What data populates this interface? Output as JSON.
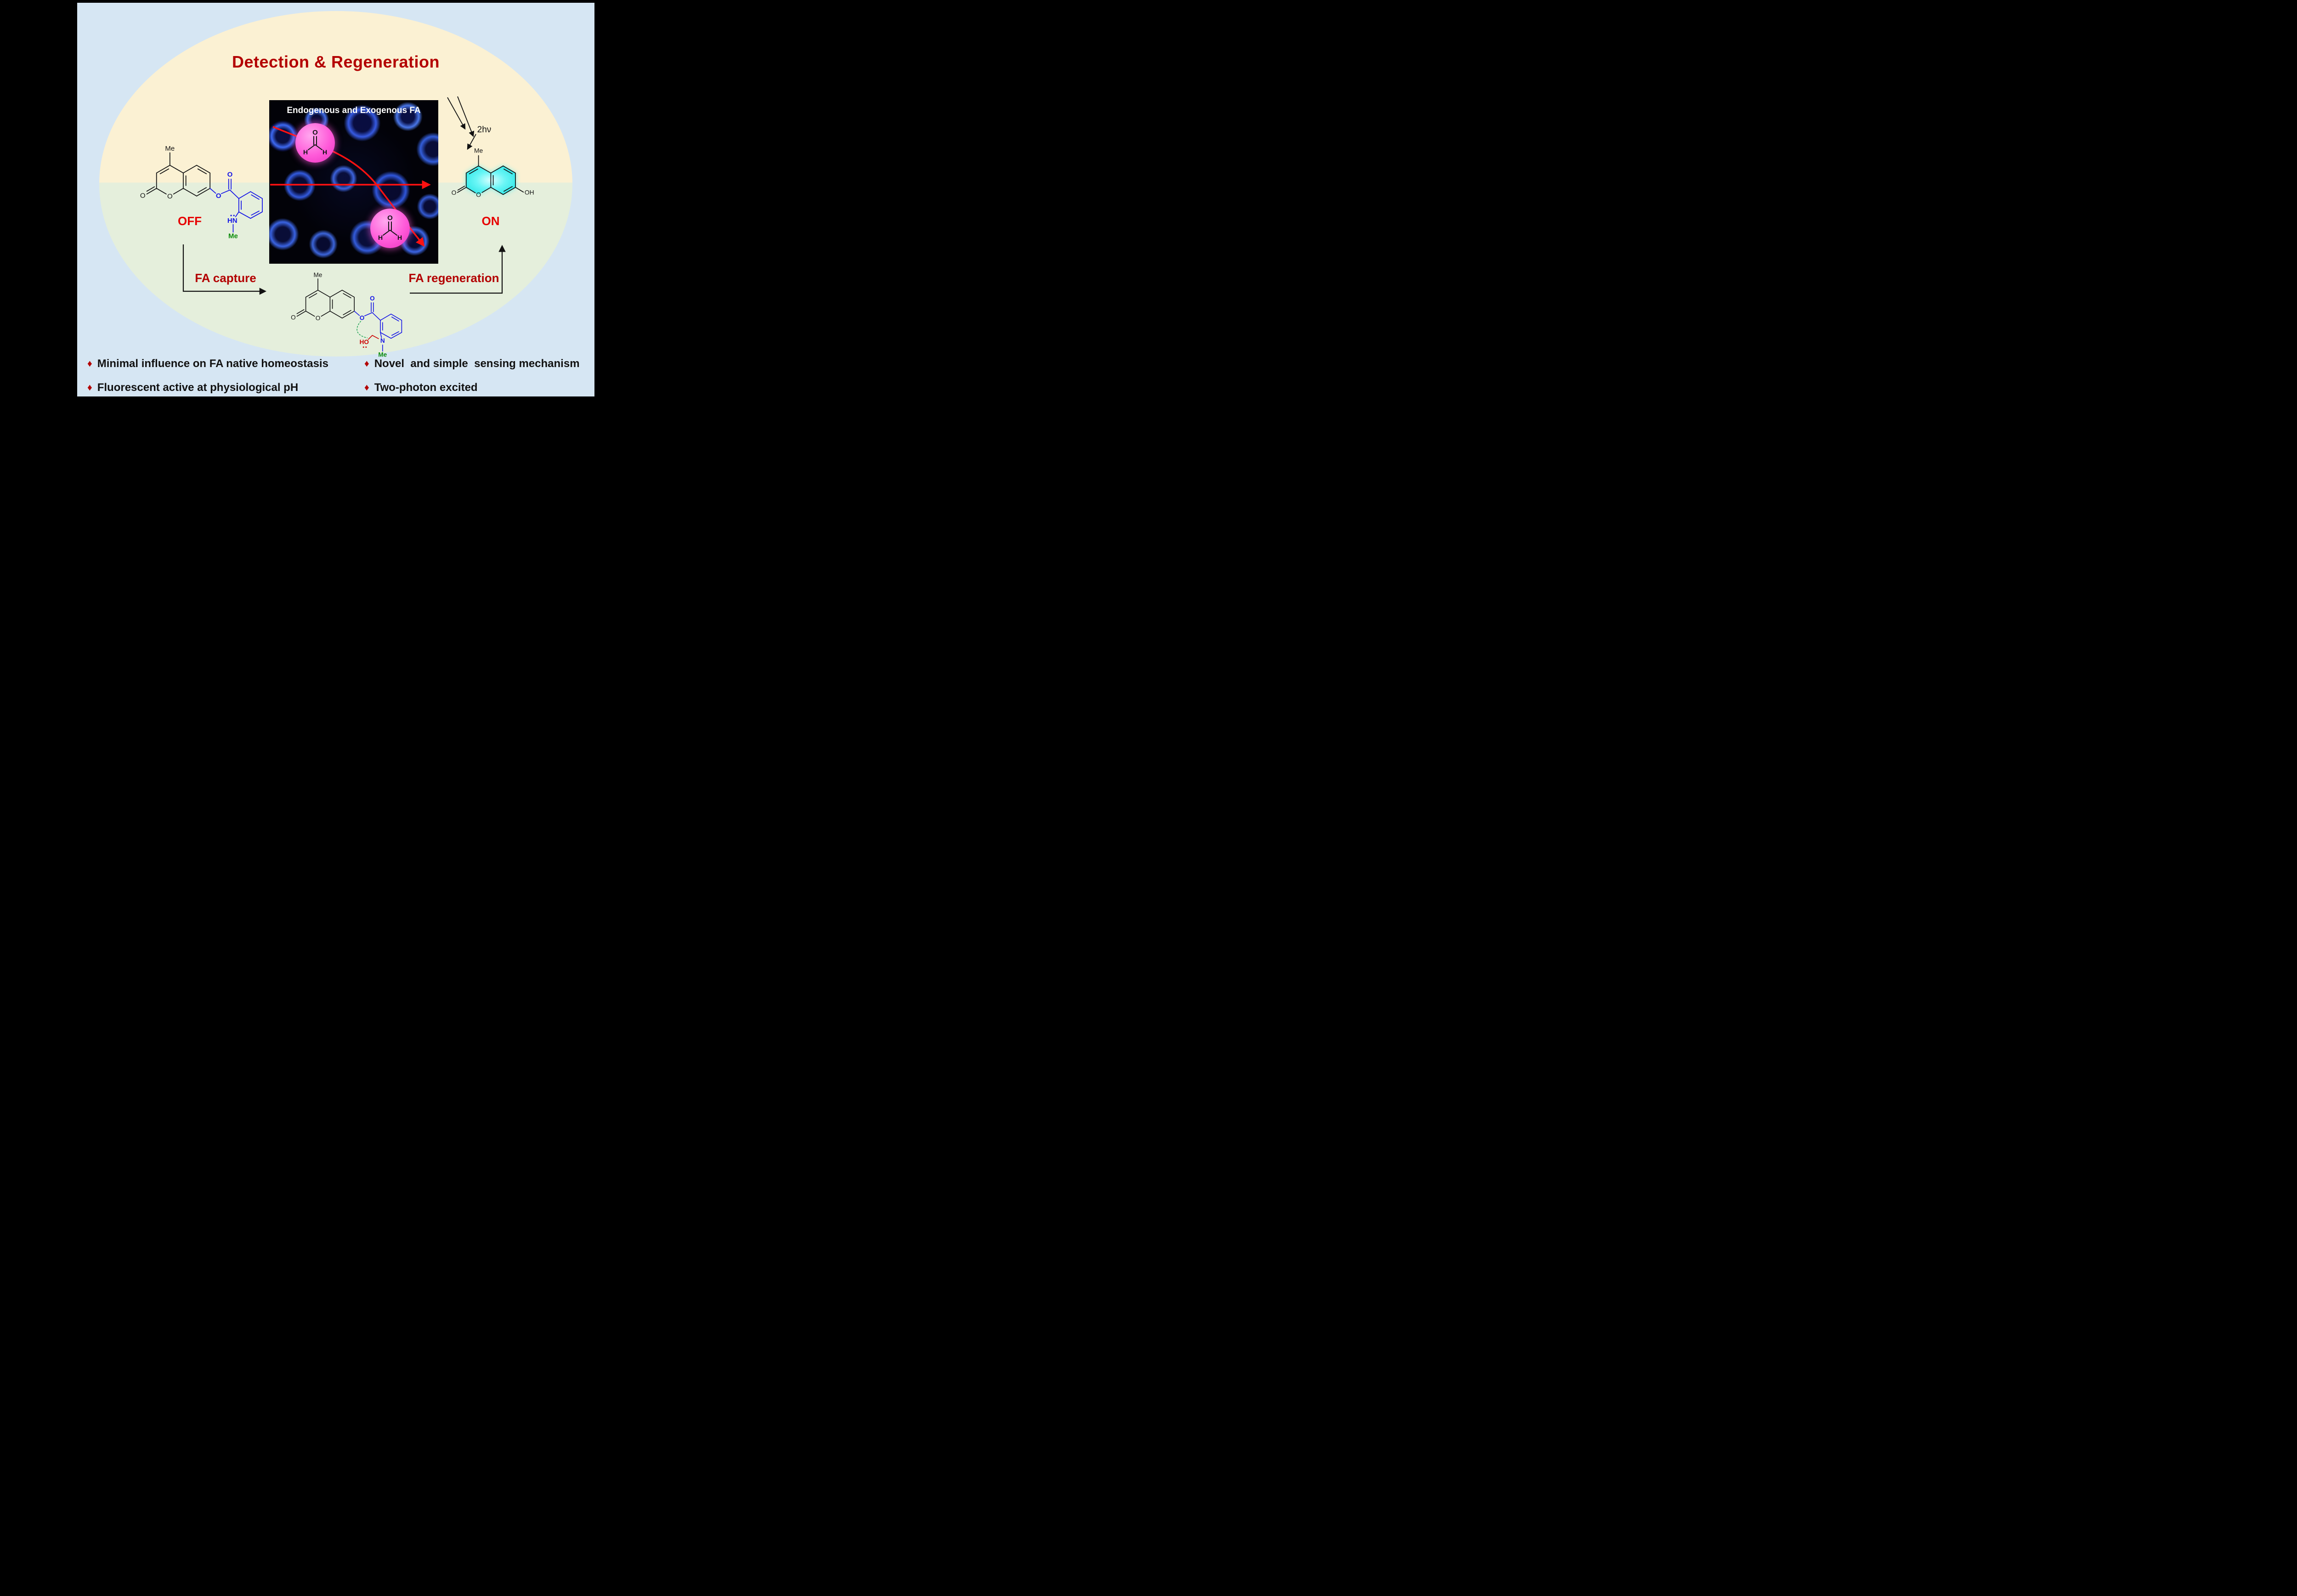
{
  "page": {
    "title": "Detection & Regeneration"
  },
  "colors": {
    "frame": "#000000",
    "background": "#d6e6f3",
    "ellipse_top": "#fbf1d3",
    "ellipse_bottom": "#e5efdc",
    "title_red": "#b30000",
    "state_red": "#e60000",
    "arrow_red": "#ff1111",
    "structure_blue": "#1414e6",
    "structure_green": "#0a8a0a",
    "ho_red": "#cc0000",
    "fa_magenta": "#ff5ad9",
    "glow_cyan": "#45efef"
  },
  "microscopy": {
    "caption": "Endogenous and Exogenous FA"
  },
  "labels": {
    "off": "OFF",
    "on": "ON",
    "fa_capture": "FA capture",
    "fa_regeneration": "FA regeneration",
    "two_photon": "2hν"
  },
  "molecules": {
    "probe": {
      "me_top": "Me",
      "o_exo": "O",
      "o_ring": "O",
      "o_ester": "O",
      "o_carbonyl": "O",
      "amine": "HN",
      "n_methyl": "Me"
    },
    "product": {
      "me_top": "Me",
      "o_exo": "O",
      "o_ring": "O",
      "hydroxyl": "OH"
    },
    "adduct": {
      "me_top": "Me",
      "o_exo": "O",
      "o_ring": "O",
      "o_ester": "O",
      "o_carbonyl": "O",
      "n": "N",
      "n_methyl": "Me",
      "ho": "HO"
    },
    "formaldehyde": {
      "o": "O",
      "h_left": "H",
      "h_right": "H"
    }
  },
  "bullets": {
    "marker": "♦",
    "items": [
      {
        "text": "Minimal influence on FA native homeostasis"
      },
      {
        "text": "Novel  and simple  sensing mechanism"
      },
      {
        "text": "Fluorescent active at physiological pH"
      },
      {
        "text": "Two-photon excited"
      }
    ]
  }
}
